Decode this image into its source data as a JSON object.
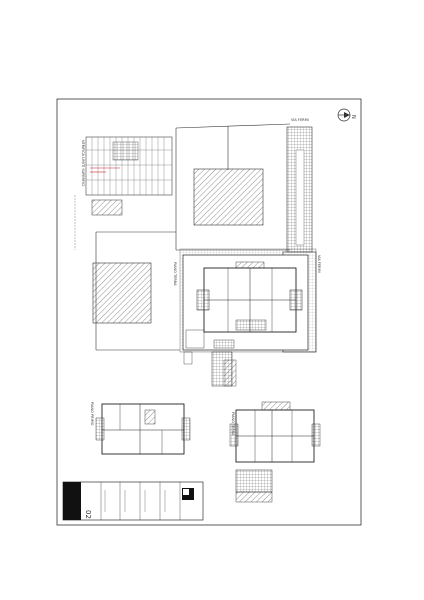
{
  "drawing": {
    "north_label": "N",
    "street_label": "VIA FERMI",
    "road_label": "VIA FERMI",
    "plan_label_top": "PIANO TERRA",
    "plan_label_left": "PIANO PRIMO",
    "plan_label_bottom": "PIANO TERRA",
    "table_title": "VERIFICA LIMITI SUPERFICI",
    "page_number": "02",
    "colors": {
      "line": "#333333",
      "accent": "#d22222",
      "paper": "#ffffff"
    }
  }
}
